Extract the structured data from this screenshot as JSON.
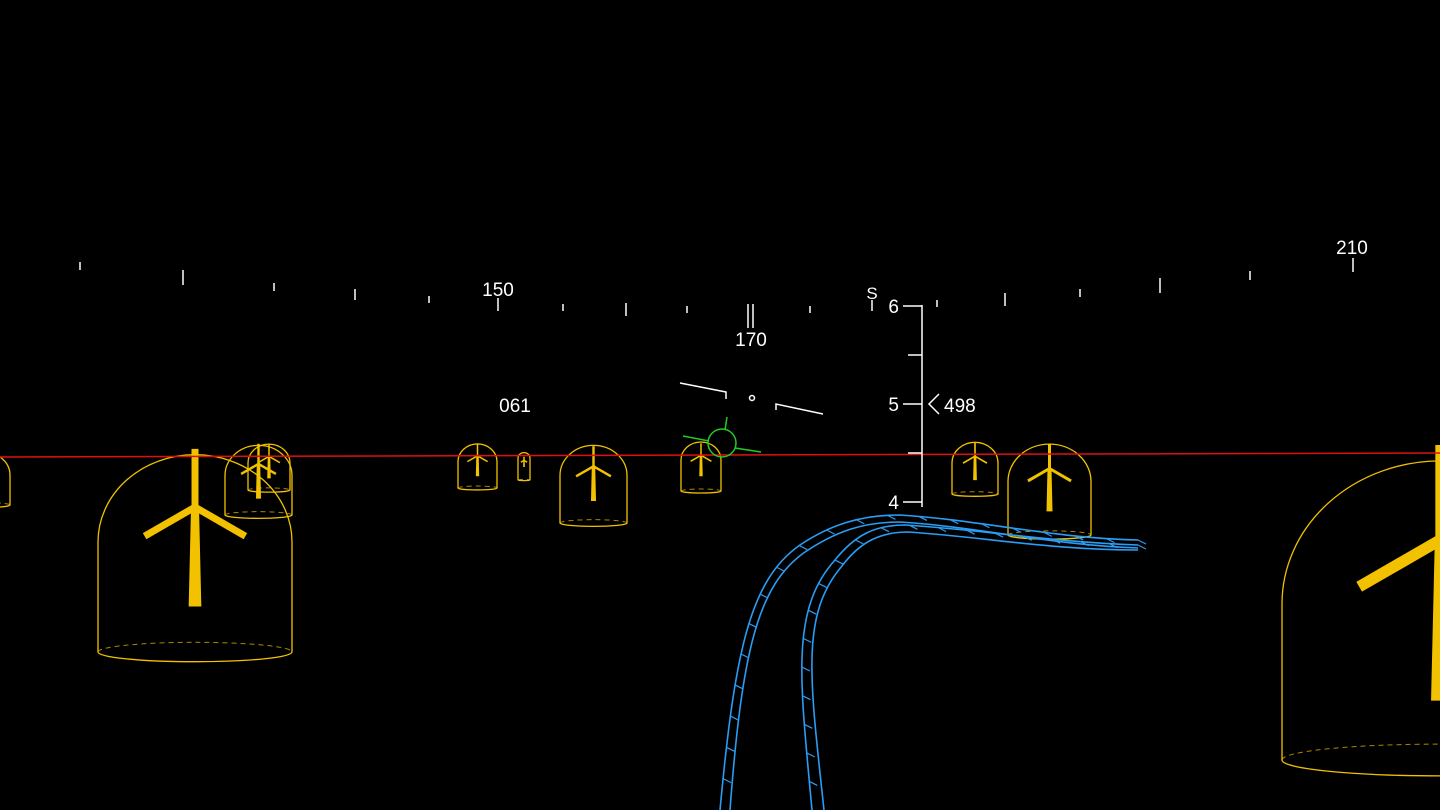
{
  "heading_tape": {
    "labels": [
      "150",
      "170",
      "210"
    ],
    "cardinal": "S"
  },
  "target_readout": "061",
  "altitude_scale": {
    "labels": [
      "6",
      "5",
      "4"
    ],
    "current_value": "498"
  },
  "colors": {
    "horizon": "#e01010",
    "obstacle": "#f2c200",
    "path": "#2a9df4",
    "flight_path_marker": "#22cc22",
    "symbology": "#ffffff"
  }
}
